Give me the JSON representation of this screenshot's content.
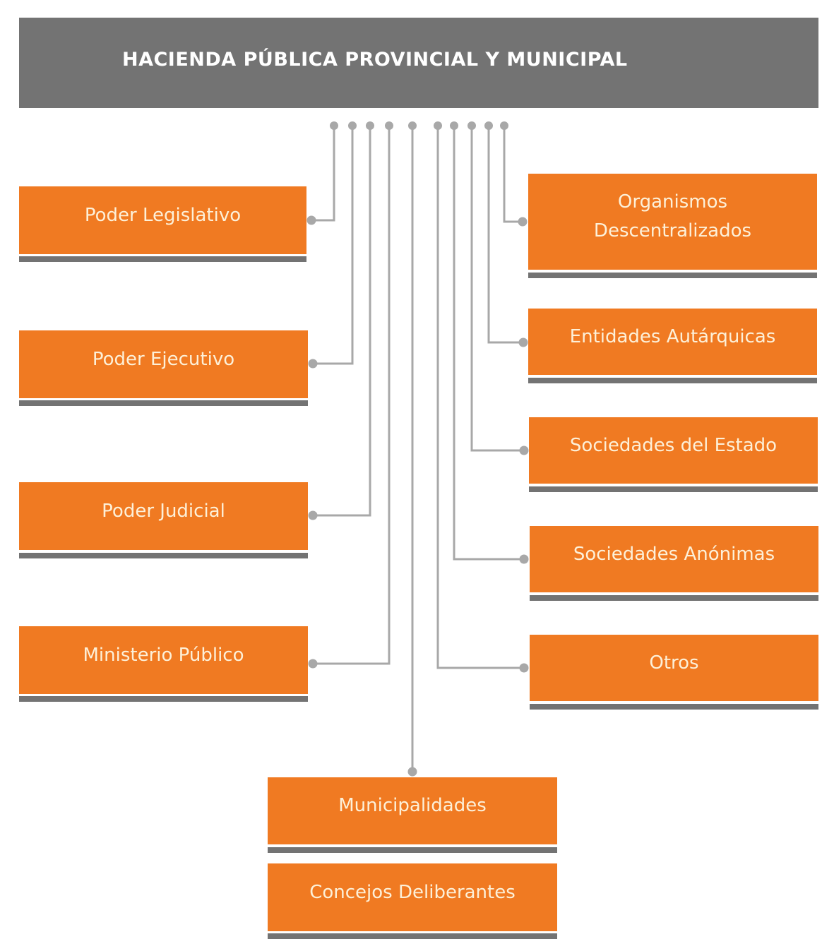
{
  "diagram": {
    "title": "HACIENDA PÚBLICA PROVINCIAL Y MUNICIPAL",
    "colors": {
      "header": "#737373",
      "node": "#f07a22",
      "node_text": "#fdf0d8",
      "connector": "#a8a8a8",
      "underline": "#737373"
    },
    "left_nodes": [
      {
        "label": "Poder Legislativo"
      },
      {
        "label": "Poder Ejecutivo"
      },
      {
        "label": "Poder Judicial"
      },
      {
        "label": "Ministerio Público"
      }
    ],
    "right_nodes": [
      {
        "label": "Organismos Descentralizados"
      },
      {
        "label": "Entidades Autárquicas"
      },
      {
        "label": "Sociedades del Estado"
      },
      {
        "label": "Sociedades Anónimas"
      },
      {
        "label": "Otros"
      }
    ],
    "bottom_nodes": [
      {
        "label": "Municipalidades"
      },
      {
        "label": "Concejos Deliberantes"
      }
    ]
  }
}
